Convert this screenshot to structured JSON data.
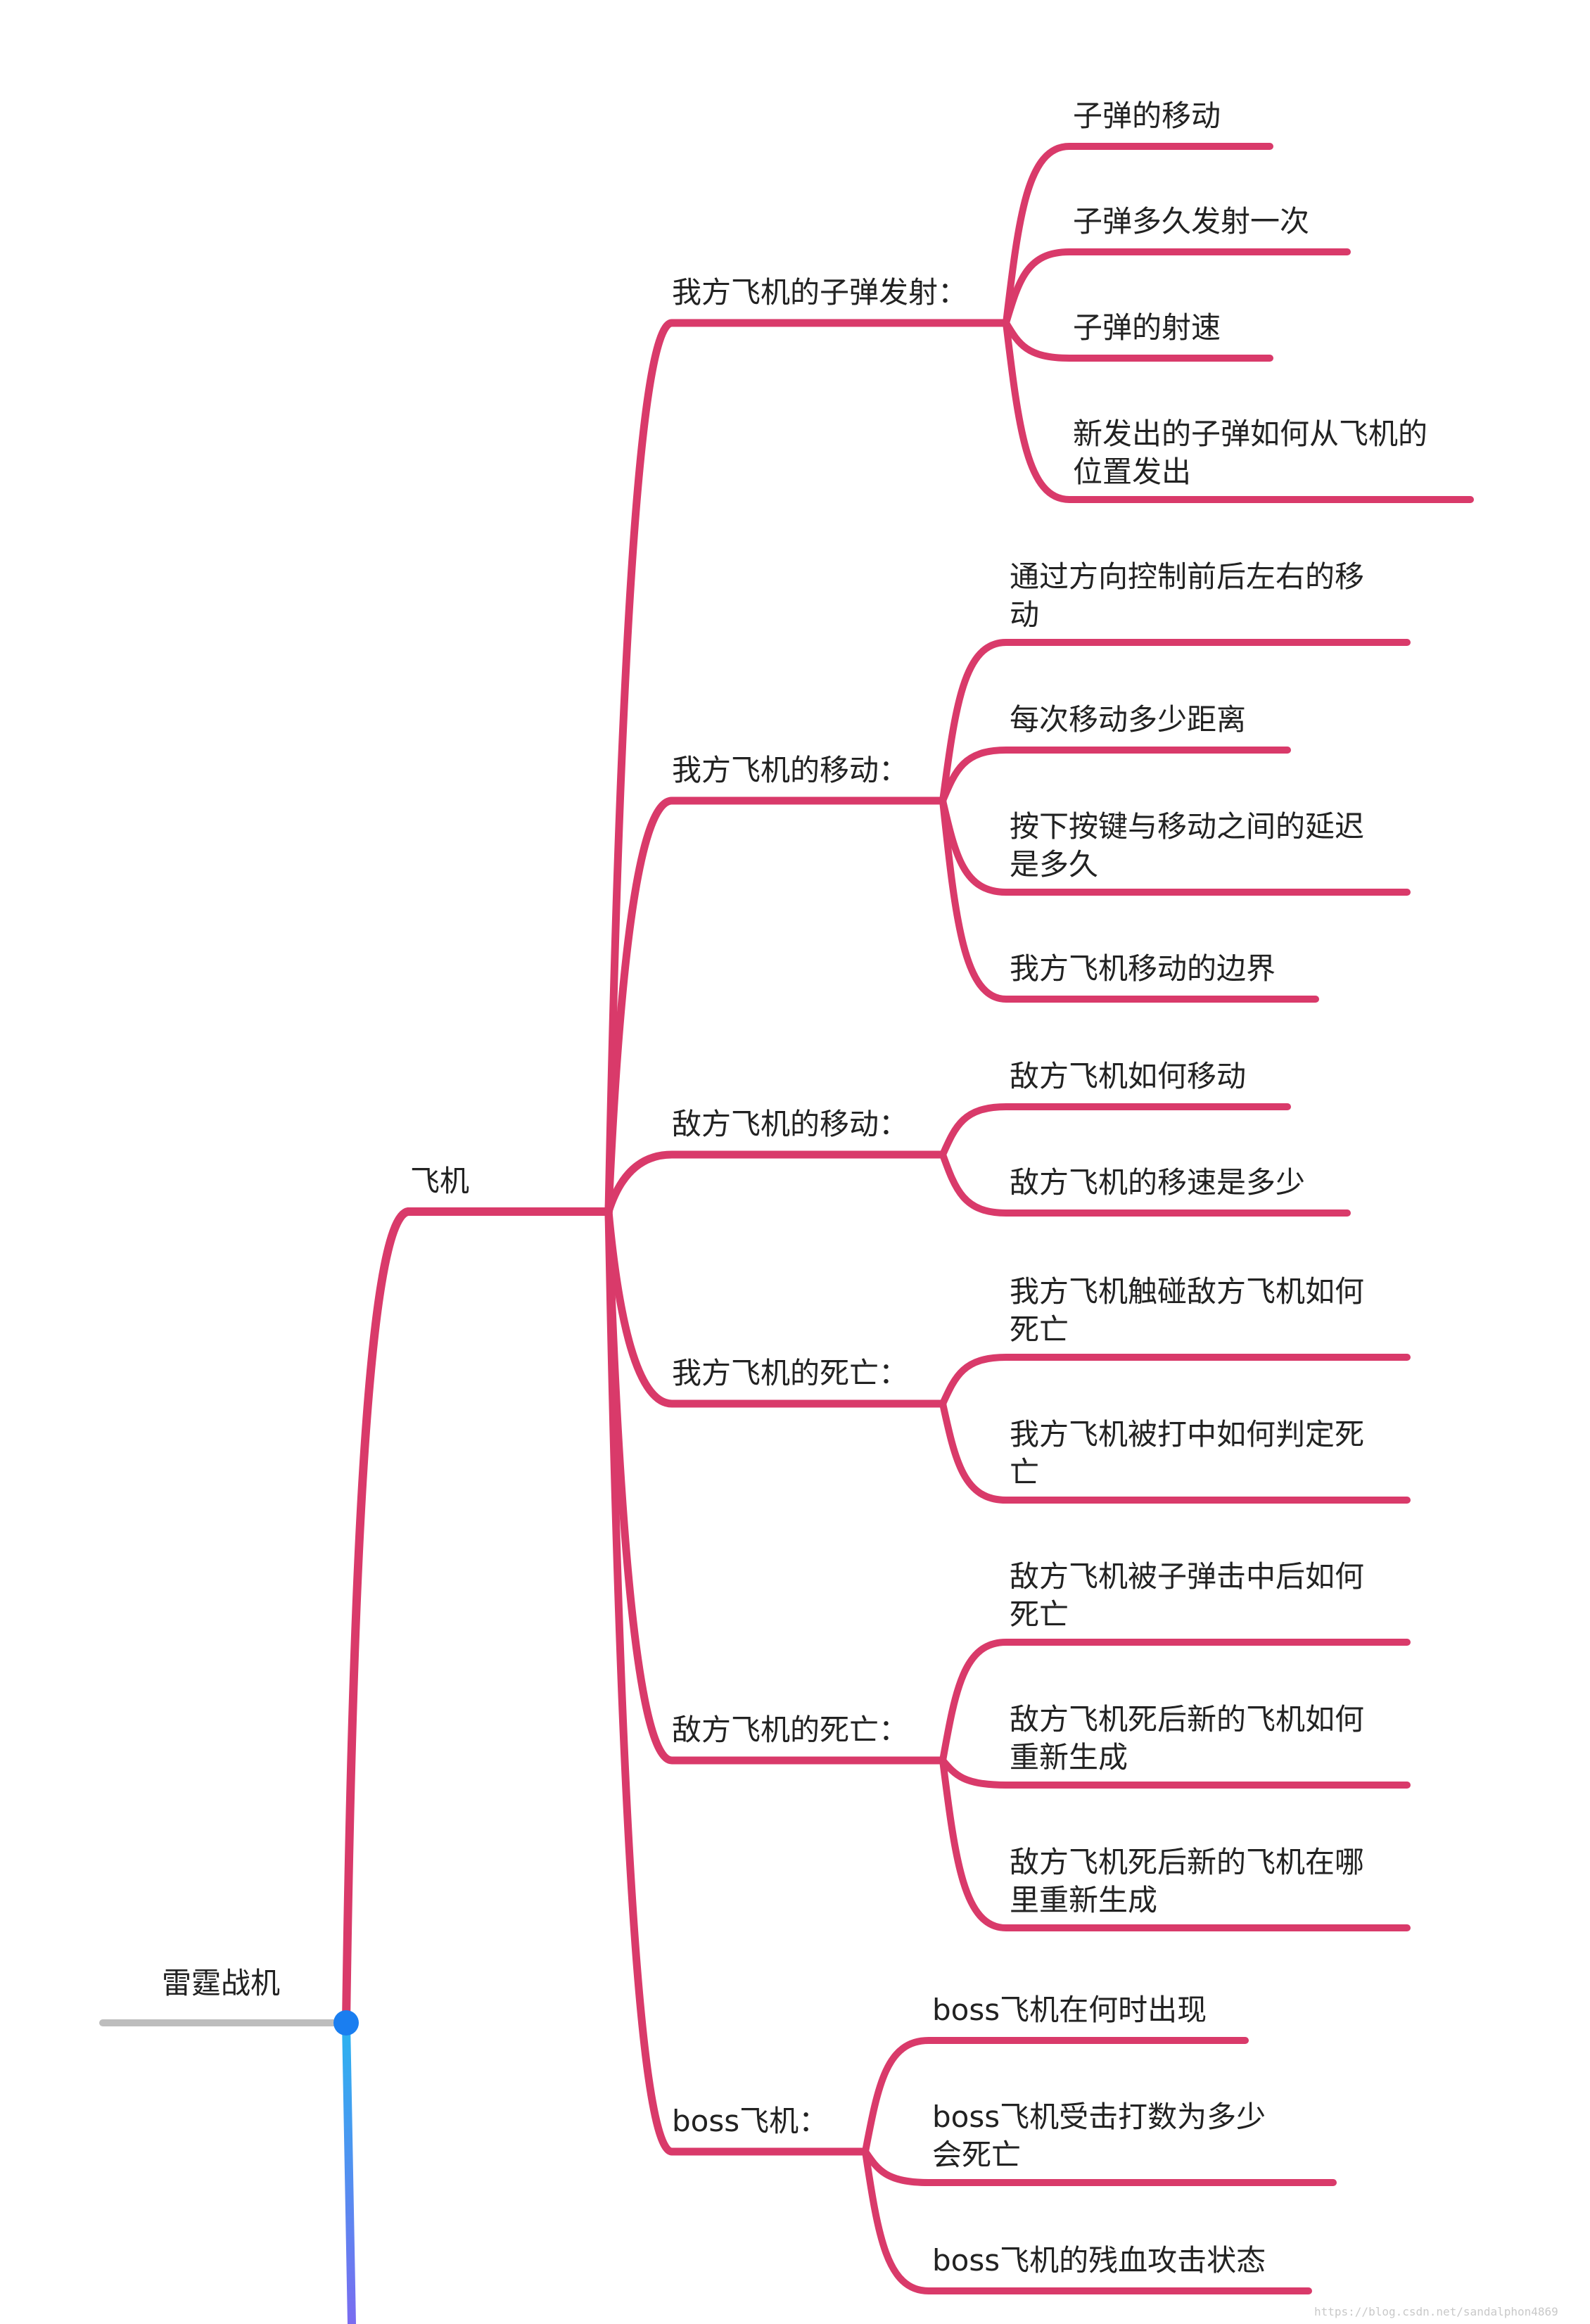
{
  "colors": {
    "branch": "#d93a6a",
    "root_line": "#bdbdbd",
    "root_dot": "#1a7ef0",
    "lower_branch_top": "#2ab4f0",
    "lower_branch_bottom": "#7a6cf0",
    "text": "#222222",
    "watermark": "#c9c9c9"
  },
  "root": {
    "label": "雷霆战机"
  },
  "topic": {
    "label": "飞机"
  },
  "branches": [
    {
      "label": "我方飞机的子弹发射：",
      "children": [
        "子弹的移动",
        "子弹多久发射一次",
        "子弹的射速",
        "新发出的子弹如何从飞机的\n位置发出"
      ]
    },
    {
      "label": "我方飞机的移动：",
      "children": [
        "通过方向控制前后左右的移\n动",
        "每次移动多少距离",
        "按下按键与移动之间的延迟\n是多久",
        "我方飞机移动的边界"
      ]
    },
    {
      "label": "敌方飞机的移动：",
      "children": [
        "敌方飞机如何移动",
        "敌方飞机的移速是多少"
      ]
    },
    {
      "label": "我方飞机的死亡：",
      "children": [
        "我方飞机触碰敌方飞机如何\n死亡",
        "我方飞机被打中如何判定死\n亡"
      ]
    },
    {
      "label": "敌方飞机的死亡：",
      "children": [
        "敌方飞机被子弹击中后如何\n死亡",
        "敌方飞机死后新的飞机如何\n重新生成",
        "敌方飞机死后新的飞机在哪\n里重新生成"
      ]
    },
    {
      "label": "boss飞机：",
      "children": [
        "boss飞机在何时出现",
        "boss飞机受击打数为多少\n会死亡",
        "boss飞机的残血攻击状态"
      ]
    }
  ],
  "watermark": "https://blog.csdn.net/sandalphon4869"
}
